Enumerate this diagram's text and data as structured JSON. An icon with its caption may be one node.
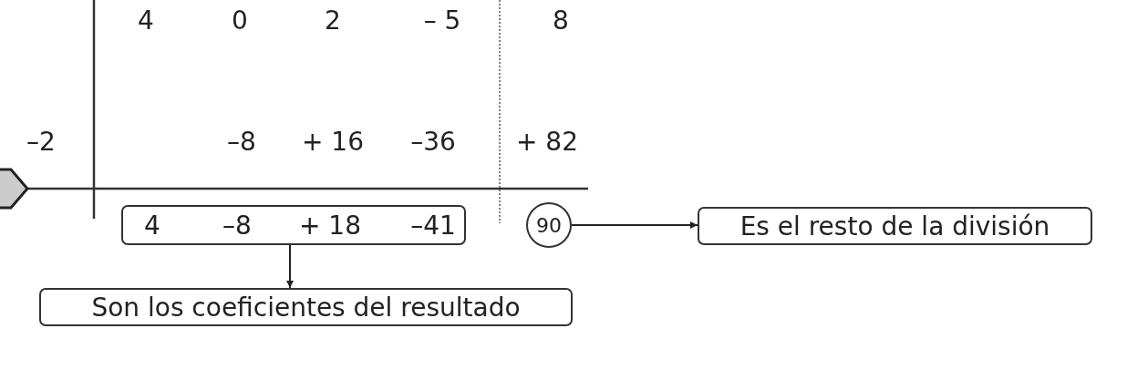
{
  "diagram": {
    "nodes": [
      {
        "text": [
          "4",
          "–8",
          "+ 18",
          "–41"
        ]
      },
      {
        "text": [
          "90"
        ]
      },
      {
        "text": [
          "Es el resto de la división"
        ]
      },
      {
        "text": [
          "Son los coeficientes del resultado"
        ]
      }
    ],
    "edges": [
      {
        "from": 1,
        "to": 2,
        "arrow": "to"
      },
      {
        "from": 0,
        "to": 3,
        "arrow": "to"
      }
    ],
    "labels": [
      "4",
      "0",
      "2",
      "– 5",
      "8",
      "–2",
      "–8",
      "+ 16",
      "–36",
      "+ 82"
    ]
  }
}
